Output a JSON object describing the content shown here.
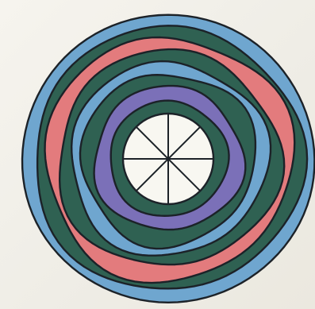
{
  "illustration": {
    "subject": "concentric-rings-with-spoked-center",
    "ring_count": 8,
    "spoke_count": 8,
    "colors": {
      "paper": "#f2f0ea",
      "outline": "#1c2228",
      "light_blue": "#6fa6cf",
      "dark_green": "#2f6152",
      "red": "#e37b7d",
      "purple": "#7b70b8",
      "center_fill": "#f8f7f1"
    }
  }
}
